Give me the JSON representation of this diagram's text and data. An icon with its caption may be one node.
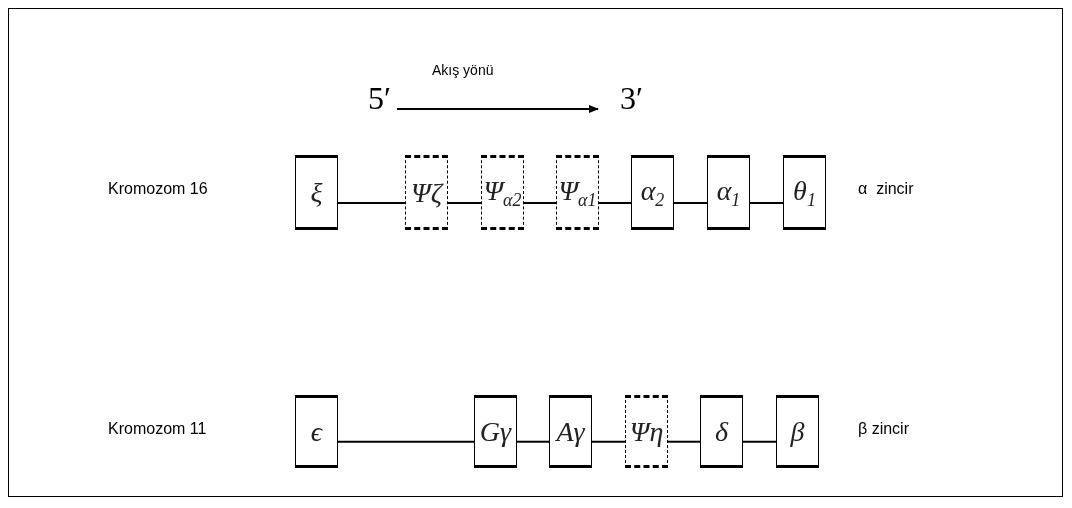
{
  "diagram": {
    "nodes": [
      {
        "text": [
          "ξ"
        ]
      },
      {
        "text": [
          "Ψζ"
        ]
      },
      {
        "text": [
          "Ψ$_{α2}$"
        ]
      },
      {
        "text": [
          "Ψ$_{α1}$"
        ]
      },
      {
        "text": [
          "α$_{2}$"
        ]
      },
      {
        "text": [
          "α$_{1}$"
        ]
      },
      {
        "text": [
          "θ$_{1}$"
        ]
      },
      {
        "text": [
          "ϵ"
        ]
      },
      {
        "text": [
          "Gγ"
        ]
      },
      {
        "text": [
          "Aγ"
        ]
      },
      {
        "text": [
          "Ψη"
        ]
      },
      {
        "text": [
          "δ"
        ]
      },
      {
        "text": [
          "β"
        ]
      }
    ],
    "edges": [
      {
        "from": 0,
        "to": 1,
        "arrow": "none"
      },
      {
        "from": 1,
        "to": 2,
        "arrow": "none"
      },
      {
        "from": 2,
        "to": 3,
        "arrow": "none"
      },
      {
        "from": 3,
        "to": 4,
        "arrow": "none"
      },
      {
        "from": 4,
        "to": 5,
        "arrow": "none"
      },
      {
        "from": 5,
        "to": 6,
        "arrow": "none"
      },
      {
        "from": 7,
        "to": 8,
        "arrow": "none"
      },
      {
        "from": 8,
        "to": 9,
        "arrow": "none"
      },
      {
        "from": 9,
        "to": 10,
        "arrow": "none"
      },
      {
        "from": 10,
        "to": 11,
        "arrow": "none"
      },
      {
        "from": 11,
        "to": 12,
        "arrow": "none"
      }
    ],
    "labels": [
      "Akış yönü",
      "5′",
      "3′",
      "Kromozom 16",
      "α  zincir",
      "Kromozom 11",
      "β zincir"
    ]
  }
}
